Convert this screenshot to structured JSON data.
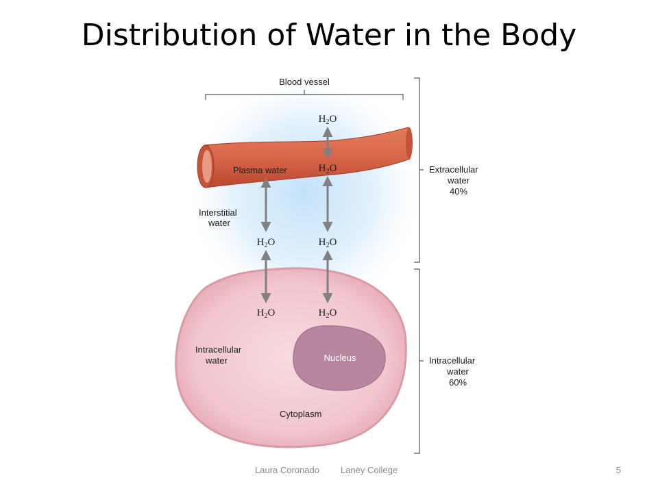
{
  "slide": {
    "title": "Distribution of Water in the Body",
    "footer_author": "Laura Coronado",
    "footer_org": "Laney College",
    "page_number": "5"
  },
  "diagram": {
    "labels": {
      "blood_vessel": "Blood vessel",
      "plasma_water": "Plasma water",
      "interstitial_line1": "Interstitial",
      "interstitial_line2": "water",
      "intracellular_line1": "Intracellular",
      "intracellular_line2": "water",
      "nucleus": "Nucleus",
      "cytoplasm": "Cytoplasm",
      "extracellular_side_line1": "Extracellular",
      "extracellular_side_line2": "water",
      "extracellular_percent": "40%",
      "intracellular_side_line1": "Intracellular",
      "intracellular_side_line2": "water",
      "intracellular_percent": "60%"
    },
    "molecule": {
      "main": "H",
      "subscript": "2",
      "tail": "O"
    },
    "colors": {
      "vessel": "#d8664a",
      "vessel_dark": "#b9482f",
      "vessel_lumen": "#e99a85",
      "interstitial_glow": "#cfe8fb",
      "cell": "#f2c9d0",
      "cell_edge": "#d99aa6",
      "nucleus": "#b8879f",
      "arrow": "#808080",
      "bracket": "#555555"
    }
  }
}
